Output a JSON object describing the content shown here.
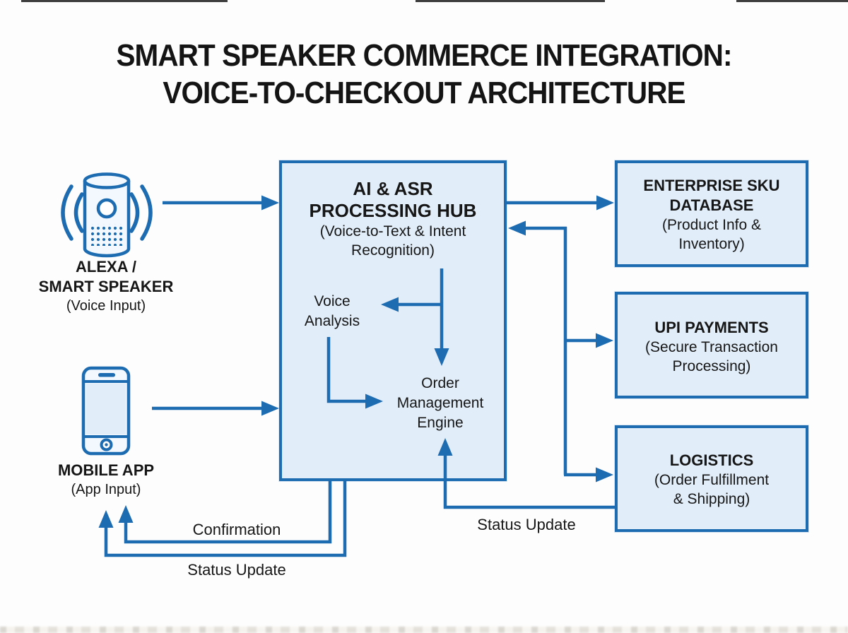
{
  "colors": {
    "line_blue": "#1d6bb1",
    "box_border": "#1d6bb1",
    "box_fill": "#e1edf9",
    "icon_fill": "#f2f8fd",
    "text_color": "#161616",
    "background": "#fdfdfd"
  },
  "title": {
    "line1": "SMART SPEAKER COMMERCE INTEGRATION:",
    "line2": "VOICE-TO-CHECKOUT ARCHITECTURE"
  },
  "sources": {
    "alexa": {
      "icon": "smart-speaker-icon",
      "name_line1": "ALEXA /",
      "name_line2": "SMART SPEAKER",
      "subtitle": "(Voice Input)"
    },
    "mobile": {
      "icon": "mobile-phone-icon",
      "name": "MOBILE APP",
      "subtitle": "(App Input)"
    }
  },
  "hub": {
    "title_line1": "AI & ASR",
    "title_line2": "PROCESSING HUB",
    "subtitle_line1": "(Voice-to-Text & Intent",
    "subtitle_line2": "Recognition)",
    "nodes": {
      "voice_analysis": {
        "line1": "Voice",
        "line2": "Analysis"
      },
      "order_engine": {
        "line1": "Order",
        "line2": "Management",
        "line3": "Engine"
      }
    }
  },
  "services": [
    {
      "title_line1": "ENTERPRISE SKU",
      "title_line2": "DATABASE",
      "subtitle_line1": "(Product Info &",
      "subtitle_line2": "Inventory)"
    },
    {
      "title_line1": "UPI PAYMENTS",
      "subtitle_line1": "(Secure Transaction",
      "subtitle_line2": "Processing)"
    },
    {
      "title_line1": "LOGISTICS",
      "subtitle_line1": "(Order Fulfillment",
      "subtitle_line2": "& Shipping)"
    }
  ],
  "flow_labels": {
    "confirmation": "Confirmation",
    "status_update_app": "Status Update",
    "status_update_engine": "Status Update"
  }
}
